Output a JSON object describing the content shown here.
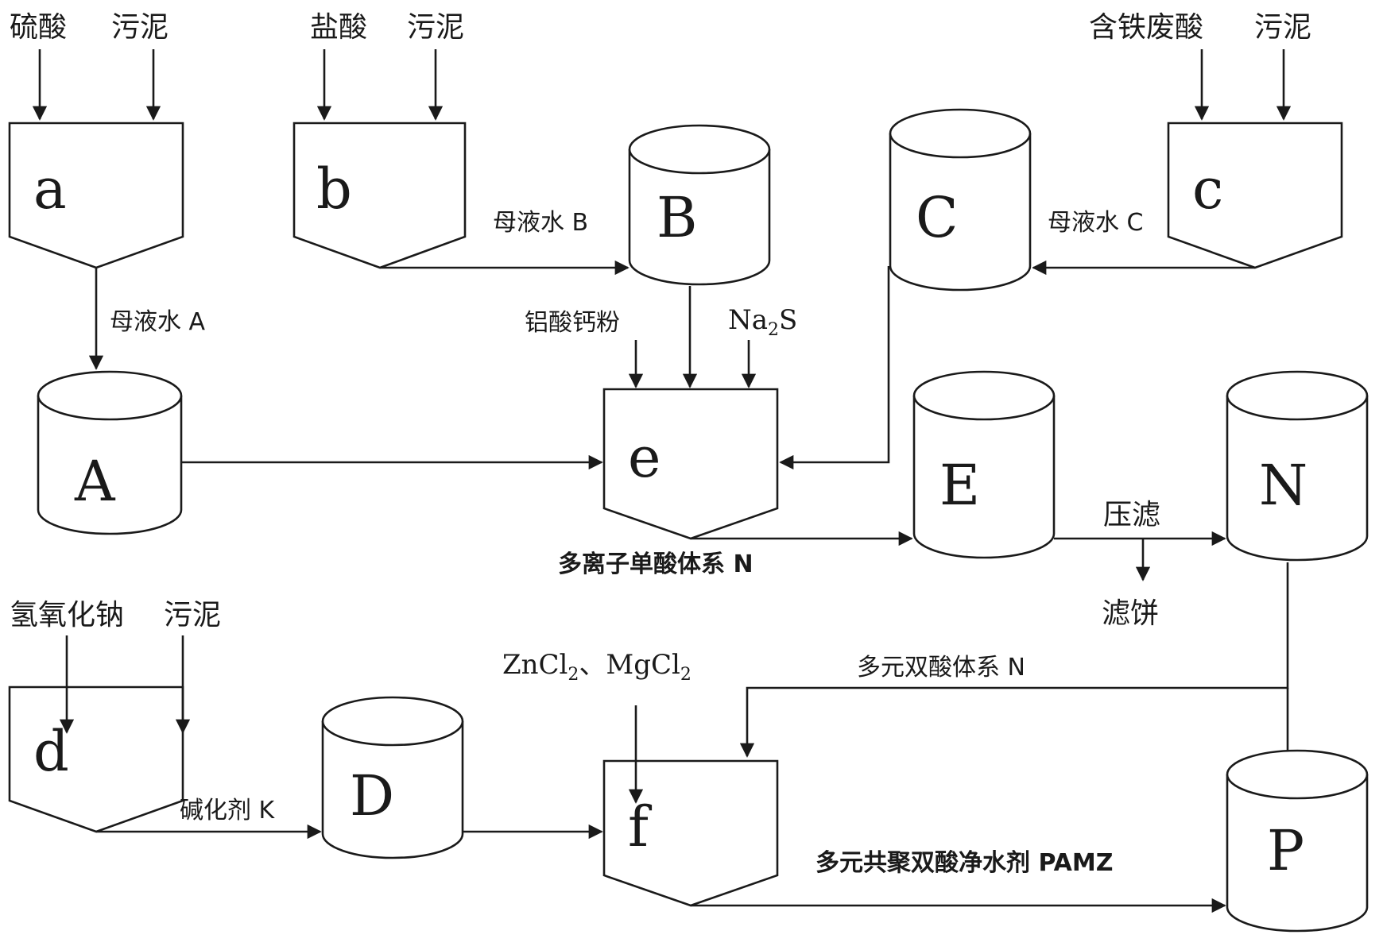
{
  "inputs": {
    "sulfuric_acid": "硫酸",
    "sludge_a": "污泥",
    "hydrochloric_acid": "盐酸",
    "sludge_b": "污泥",
    "iron_waste_acid": "含铁废酸",
    "sludge_c": "污泥",
    "sodium_hydroxide": "氢氧化钠",
    "sludge_d": "污泥",
    "calcium_aluminate": "铝酸钙粉",
    "na2s_main": "Na",
    "na2s_sub": "2",
    "na2s_end": "S",
    "zncl2_main": "ZnCl",
    "zncl2_sub": "2",
    "separator": "、",
    "mgcl2_main": "MgCl",
    "mgcl2_sub": "2"
  },
  "vessels": {
    "a": "a",
    "b": "b",
    "c": "c",
    "d": "d",
    "e": "e",
    "f": "f",
    "A": "A",
    "B": "B",
    "C": "C",
    "D": "D",
    "E": "E",
    "N": "N",
    "P": "P"
  },
  "flows": {
    "mother_liquor_a": "母液水 A",
    "mother_liquor_b": "母液水 B",
    "mother_liquor_c": "母液水 C",
    "multi_ion_single_acid": "多离子单酸体系 N",
    "press_filter": "压滤",
    "filter_cake": "滤饼",
    "multi_double_acid": "多元双酸体系 N",
    "alkalizer": "碱化剂 K",
    "product": "多元共聚双酸净水剂 PAMZ"
  },
  "colors": {
    "line": "#1a1a1a",
    "background": "#ffffff"
  }
}
